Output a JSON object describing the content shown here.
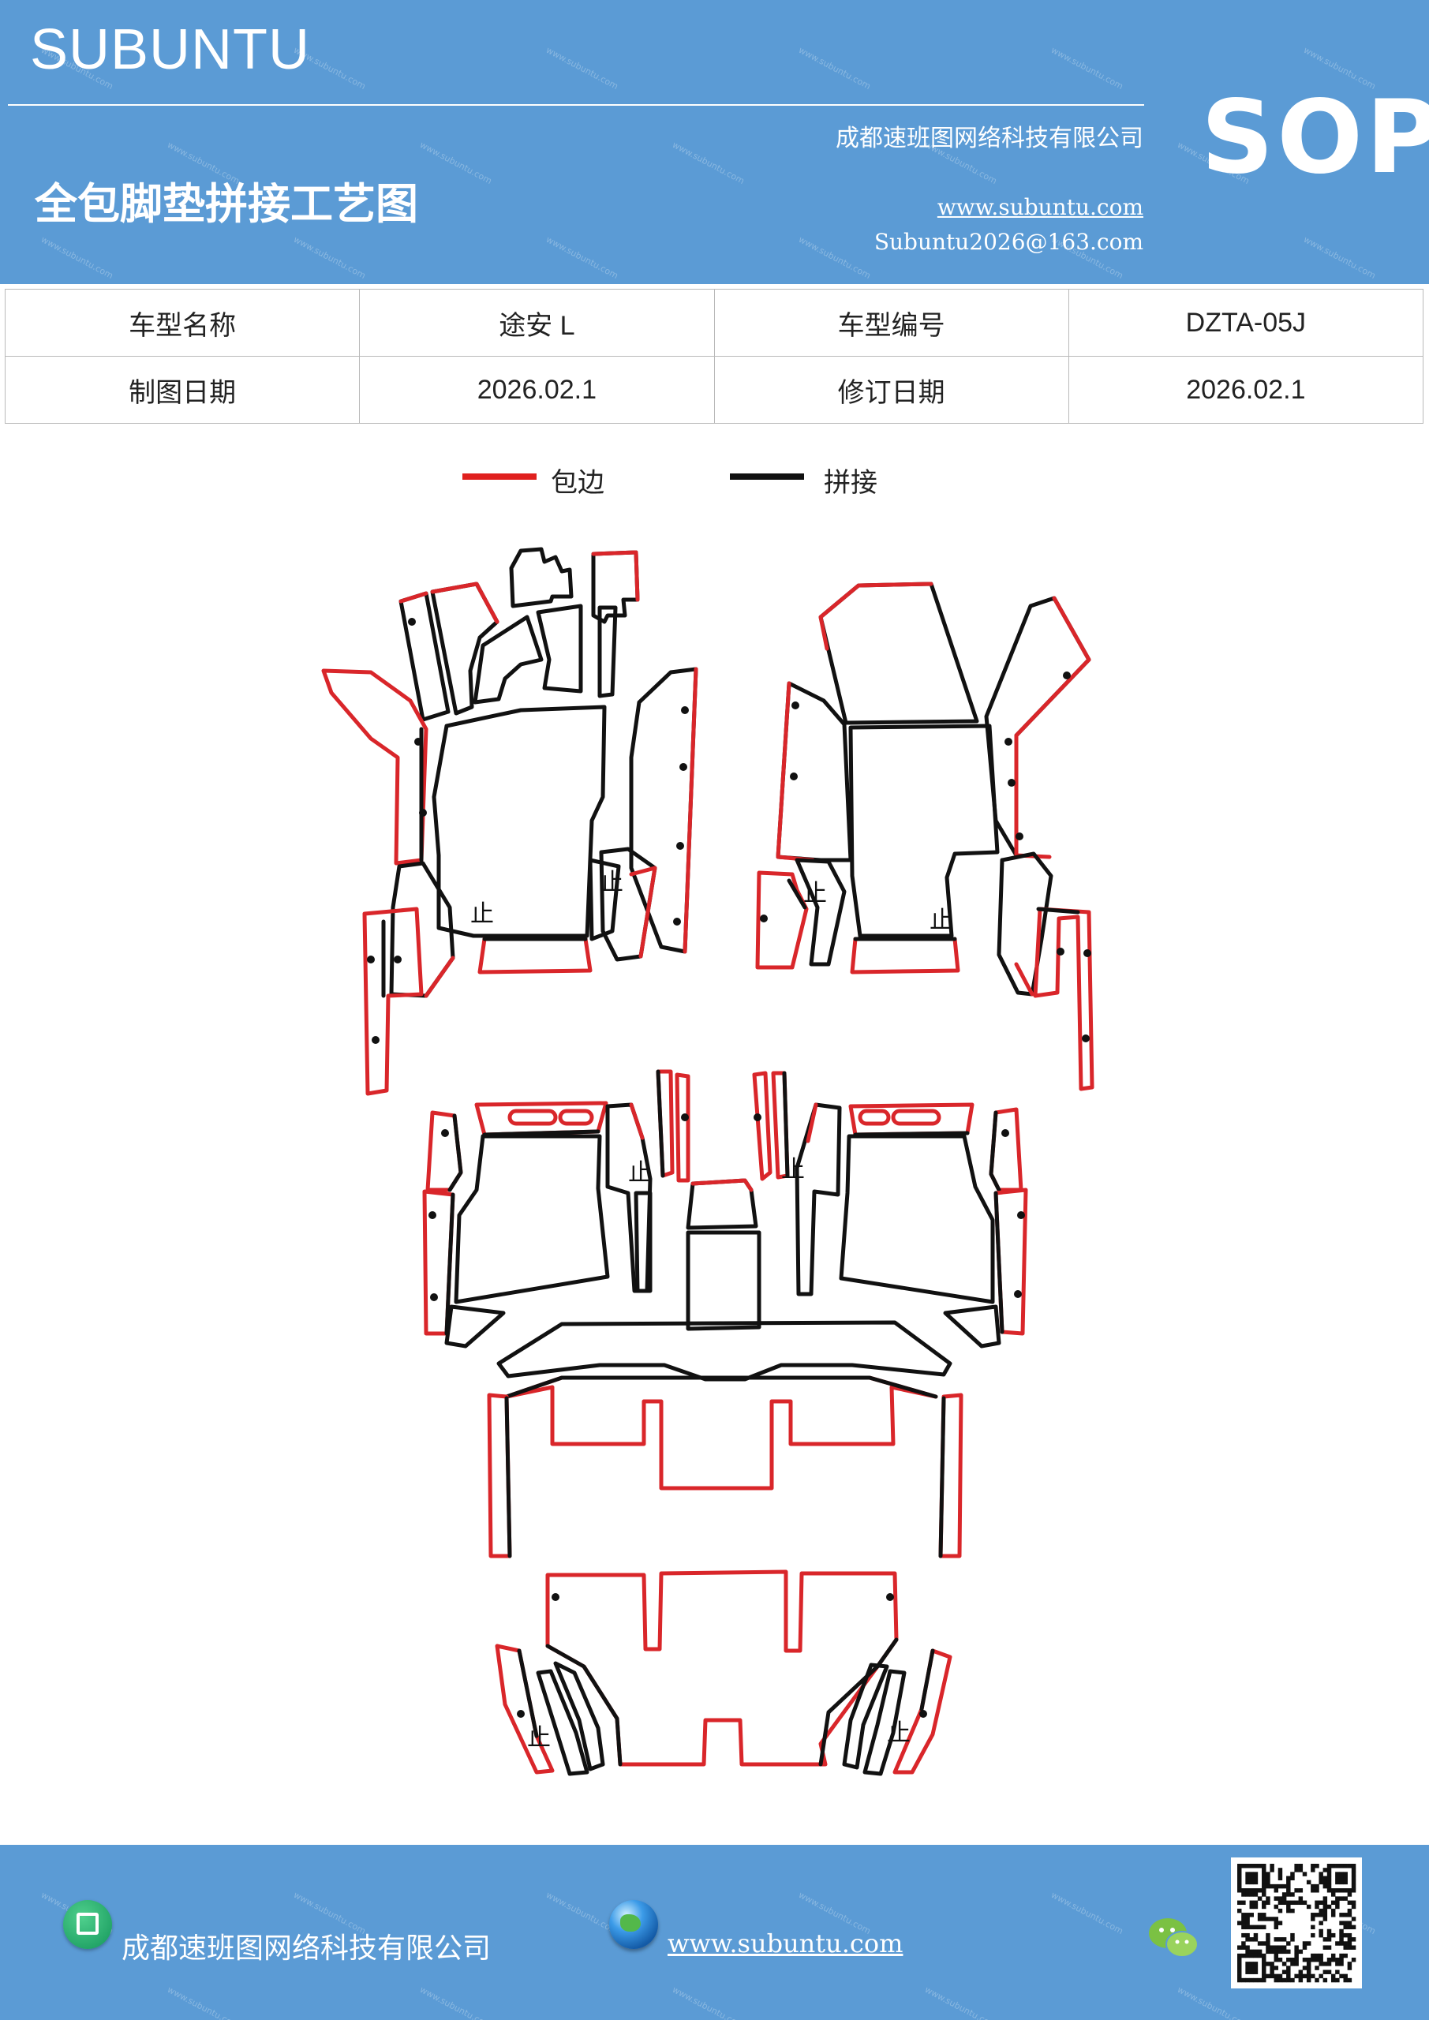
{
  "header": {
    "brand": "SUBUNTU",
    "title": "全包脚垫拼接工艺图",
    "company": "成都速班图网络科技有限公司",
    "website": "www.subuntu.com",
    "email": "Subuntu2026@163.com",
    "badge": "SOP"
  },
  "info_table": {
    "rows": [
      [
        {
          "label": "车型名称",
          "value": "途安 L"
        },
        {
          "label": "车型编号",
          "value": "DZTA-05J"
        }
      ],
      [
        {
          "label": "制图日期",
          "value": "2026.02.1"
        },
        {
          "label": "修订日期",
          "value": "2026.02.1"
        }
      ]
    ]
  },
  "legend": {
    "items": [
      {
        "label": "包边",
        "color": "#e0201e"
      },
      {
        "label": "拼接",
        "color": "#111111"
      }
    ]
  },
  "diagram": {
    "marker_text": "止",
    "colors": {
      "edge": "#d9262a",
      "seam": "#111111"
    }
  },
  "footer": {
    "company": "成都速班图网络科技有限公司",
    "website": "www.subuntu.com",
    "icons": [
      "building-icon",
      "globe-icon",
      "wechat-icon",
      "qr-code"
    ]
  }
}
